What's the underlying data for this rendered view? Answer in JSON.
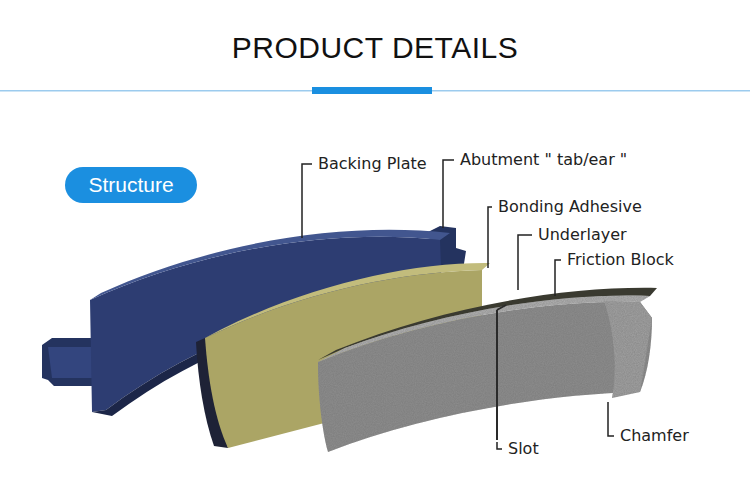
{
  "diagram": {
    "title": "PRODUCT DETAILS",
    "nodes": [
      {
        "text": [
          "Structure"
        ]
      }
    ],
    "labels": [
      "Backing Plate",
      "Abutment \" tab/ear \"",
      "Bonding Adhesive",
      "Underlayer",
      "Friction Block",
      "Slot",
      "Chamfer"
    ]
  }
}
